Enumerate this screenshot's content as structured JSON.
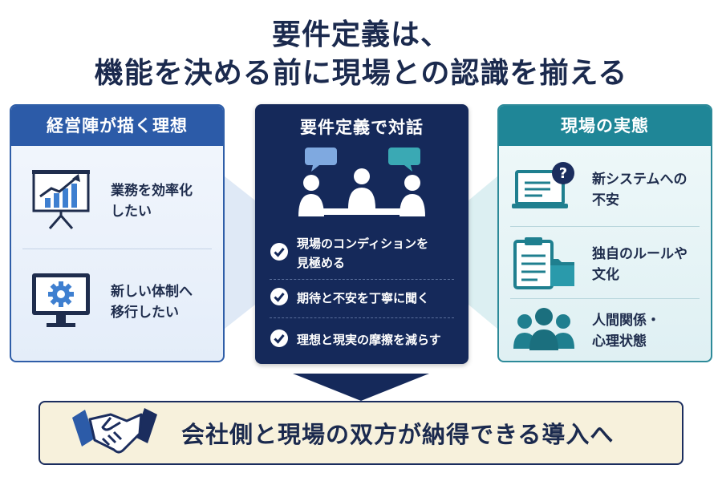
{
  "title": {
    "line1": "要件定義は、",
    "line2": "機能を決める前に現場との認識を揃える"
  },
  "left": {
    "heading": "経営陣が描く理想",
    "items": [
      {
        "text": "業務を効率化\nしたい",
        "icon": "presentation-chart-icon"
      },
      {
        "text": "新しい体制へ\n移行したい",
        "icon": "monitor-gear-icon"
      }
    ]
  },
  "center": {
    "heading": "要件定義で対話",
    "icon": "meeting-dialogue-icon",
    "items": [
      {
        "text": "現場のコンディションを\n見極める"
      },
      {
        "text": "期待と不安を丁寧に聞く"
      },
      {
        "text": "理想と現実の摩擦を減らす"
      }
    ]
  },
  "right": {
    "heading": "現場の実態",
    "items": [
      {
        "text": "新システムへの\n不安",
        "icon": "laptop-question-icon"
      },
      {
        "text": "独自のルールや\n文化",
        "icon": "clipboard-folder-icon"
      },
      {
        "text": "人間関係・\n心理状態",
        "icon": "people-group-icon"
      }
    ]
  },
  "bottom": {
    "text": "会社側と現場の双方が納得できる導入へ",
    "icon": "handshake-icon"
  },
  "colors": {
    "navy": "#15295a",
    "blue": "#2c5ba8",
    "teal": "#1f8697",
    "cream": "#f7f1dc"
  }
}
